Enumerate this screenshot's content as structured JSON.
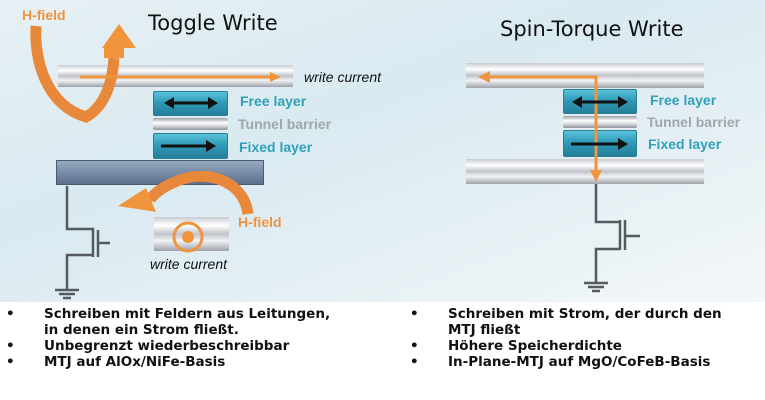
{
  "left_panel": {
    "title": "Toggle Write",
    "labels": {
      "hfield_top": "H-field",
      "write_current_top": "write current",
      "free_layer": "Free layer",
      "tunnel_barrier": "Tunnel barrier",
      "fixed_layer": "Fixed layer",
      "hfield_bottom": "H-field",
      "write_current_bottom": "write current"
    },
    "bullets": [
      {
        "marker": "•",
        "text": "Schreiben mit Feldern aus Leitungen,",
        "continuation": "in denen ein Strom fließt."
      },
      {
        "marker": "•",
        "text": "Unbegrenzt wiederbeschreibbar"
      },
      {
        "marker": "•",
        "text": "MTJ auf AlOx/NiFe-Basis"
      }
    ]
  },
  "right_panel": {
    "title": "Spin-Torque Write",
    "labels": {
      "free_layer": "Free layer",
      "tunnel_barrier": "Tunnel barrier",
      "fixed_layer": "Fixed layer"
    },
    "bullets": [
      {
        "marker": "•",
        "text": "Schreiben mit Strom, der durch den",
        "continuation": "MTJ fließt"
      },
      {
        "marker": "•",
        "text": "Höhere Speicherdichte"
      },
      {
        "marker": "•",
        "text": "In-Plane-MTJ auf MgO/CoFeB-Basis"
      }
    ]
  },
  "colors": {
    "arrow_orange": "#f0953c",
    "layer_teal": "#2f9bb9",
    "label_teal": "#2fa0b8",
    "label_gray": "#a0a6ab",
    "circuit_gray": "#555a60"
  }
}
